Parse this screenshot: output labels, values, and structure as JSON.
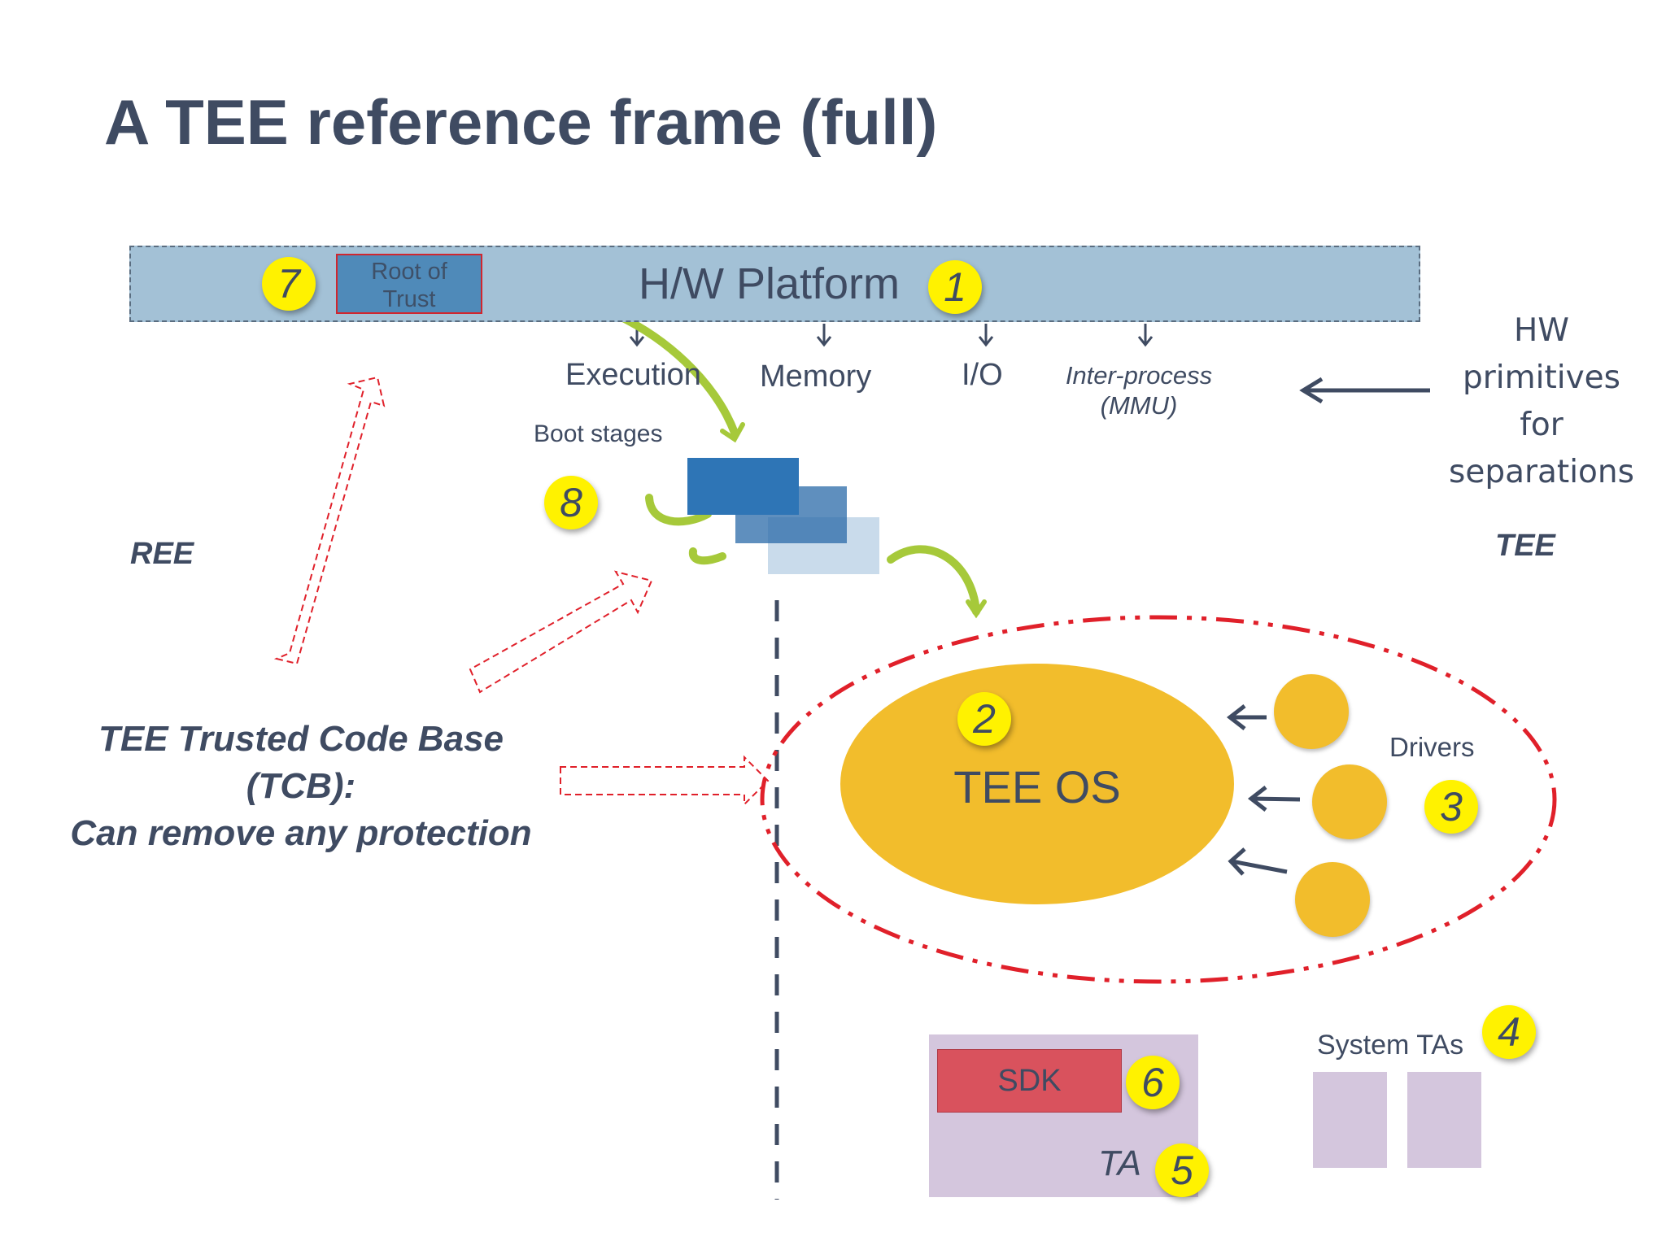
{
  "title": "A TEE reference frame (full)",
  "hw_platform": {
    "label": "H/W Platform",
    "badge": "1",
    "root_of_trust": "Root of\nTrust",
    "root_badge": "7"
  },
  "primitives": {
    "execution": "Execution",
    "memory": "Memory",
    "io": "I/O",
    "inter_process": "Inter-process",
    "mmu": "(MMU)",
    "hw_note": [
      "HW",
      "primitives",
      "for",
      "separations"
    ]
  },
  "boot": {
    "label": "Boot stages",
    "badge": "8"
  },
  "ree_label": "REE",
  "tee_label": "TEE",
  "tcb_text": "TEE Trusted Code Base\n(TCB):\nCan remove any protection",
  "tee_os": {
    "label": "TEE OS",
    "badge": "2"
  },
  "drivers": {
    "label": "Drivers",
    "badge": "3"
  },
  "system_tas": {
    "label": "System TAs",
    "badge": "4"
  },
  "ta": {
    "label": "TA",
    "badge": "5",
    "sdk_label": "SDK",
    "sdk_badge": "6"
  },
  "colors": {
    "text": "#3f4b62",
    "hw_bar": "#a3c1d6",
    "badge": "#fff200",
    "tee_os": "#f2bd2c",
    "dashed_red": "#e0202a",
    "ta_box": "#d4c6dd",
    "sdk": "#d9525d",
    "boot_stage": "#2e75b6",
    "green_arrow": "#a6c93a"
  }
}
